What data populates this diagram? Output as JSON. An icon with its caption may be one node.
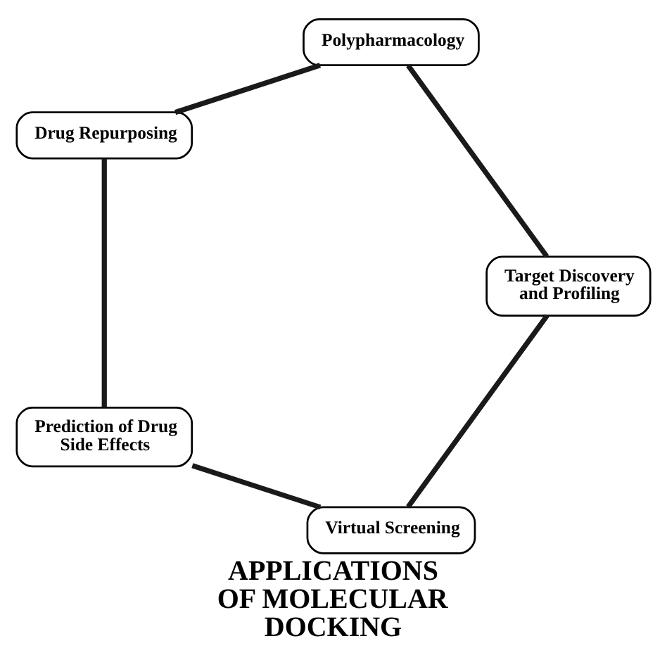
{
  "diagram": {
    "title": "APPLICATIONS OF MOLECULAR DOCKING",
    "nodes": [
      {
        "text": [
          "Virtual Screening"
        ]
      },
      {
        "text": [
          "Prediction of Drug Side Effects"
        ]
      },
      {
        "text": [
          "Drug Repurposing"
        ]
      },
      {
        "text": [
          "Polypharmacology"
        ]
      },
      {
        "text": [
          "Target Discovery and Profiling"
        ]
      }
    ],
    "edges": [
      {
        "from": 0,
        "to": 1,
        "arrow": "none"
      },
      {
        "from": 1,
        "to": 2,
        "arrow": "none"
      },
      {
        "from": 2,
        "to": 3,
        "arrow": "none"
      },
      {
        "from": 3,
        "to": 4,
        "arrow": "none"
      },
      {
        "from": 4,
        "to": 0,
        "arrow": "none"
      }
    ]
  }
}
